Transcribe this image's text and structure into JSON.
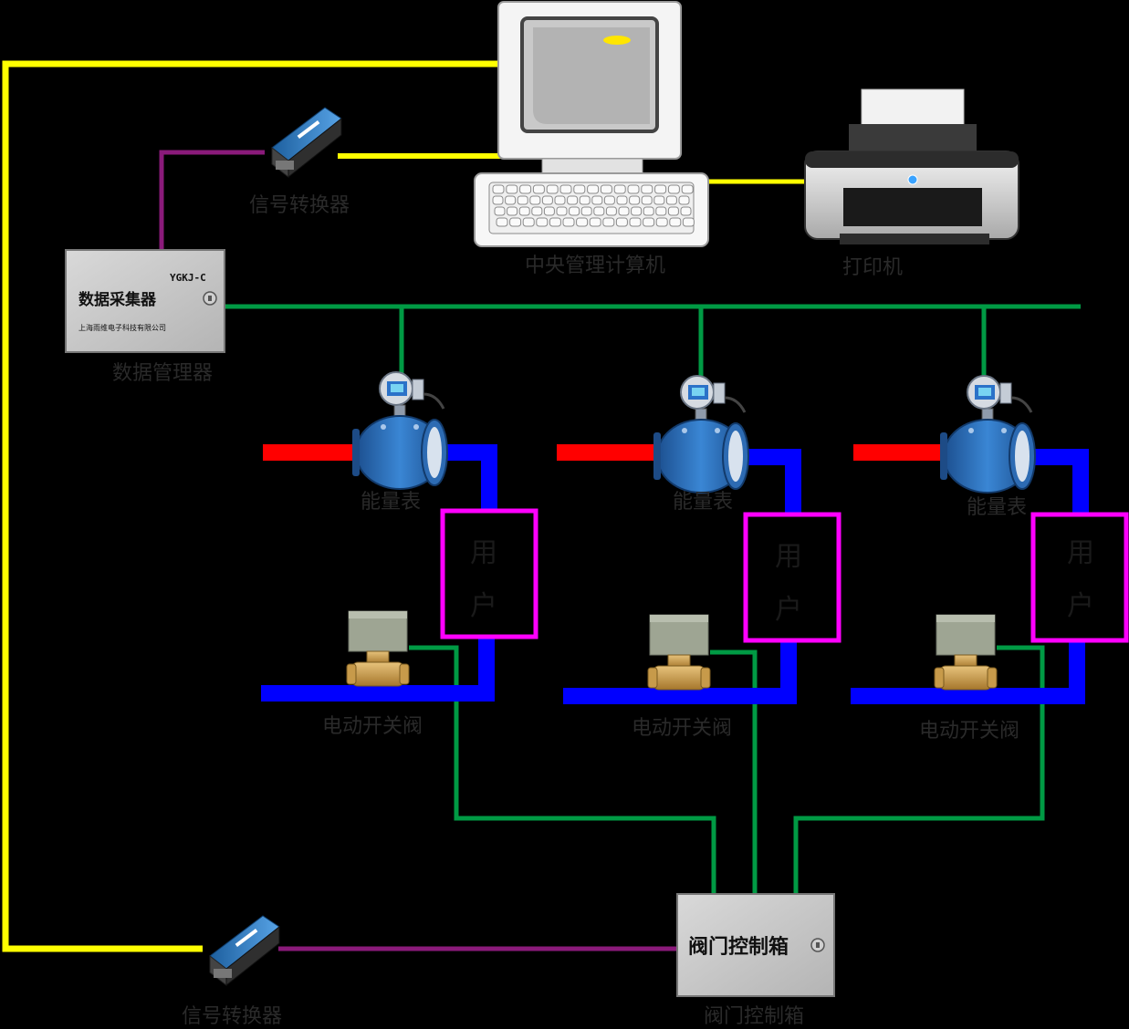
{
  "labels": {
    "signal_converter_top": "信号转换器",
    "central_computer": "中央管理计算机",
    "printer": "打印机",
    "data_manager": "数据管理器",
    "energy_meter": "能量表",
    "user_char_1": "用",
    "user_char_2": "户",
    "electric_valve": "电动开关阀",
    "signal_converter_bottom": "信号转换器",
    "valve_box": "阀门控制箱"
  },
  "collector_box": {
    "model": "YGKJ-C",
    "title": "数据采集器",
    "company": "上海雨维电子科技有限公司"
  },
  "valve_box_face": {
    "title": "阀门控制箱"
  },
  "colors": {
    "rs232_line": "#ffff00",
    "rs485_bus": "#009a44",
    "converter_link": "#8a1a7a",
    "hot_pipe": "#ff0000",
    "return_pipe": "#0000ff",
    "user_box": "#ff00ff"
  }
}
